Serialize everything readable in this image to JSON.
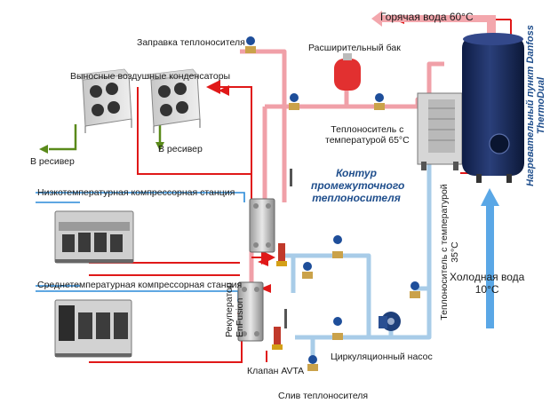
{
  "labels": {
    "hot_water": "Горячая вода 60°C",
    "refill": "Заправка теплоносителя",
    "expansion_tank": "Расширительный бак",
    "remote_condensers": "Выносные воздушные конденсаторы",
    "to_receiver_1": "В ресивер",
    "to_receiver_2": "В ресивер",
    "coolant_65_line1": "Теплоноситель с",
    "coolant_65_line2": "температурой 65°C",
    "circuit_line1": "Контур",
    "circuit_line2": "промежуточного",
    "circuit_line3": "теплоносителя",
    "low_temp_station": "Низкотемпературная компрессорная станция",
    "mid_temp_station": "Среднетемпературная компрессорная станция",
    "recuperator_line1": "Рекуператор",
    "recuperator_line2": "EnFusion",
    "valve_avta": "Клапан AVTA",
    "circulation_pump": "Циркуляционный насос",
    "drain": "Слив теплоносителя",
    "coolant_35_line1": "Теплоноситель с температурой",
    "coolant_35_line2": "35°C",
    "cold_water_line1": "Холодная вода",
    "cold_water_line2": "10°C",
    "heating_unit_line1": "Нагревательный пункт Danfoss",
    "heating_unit_line2": "ThermoDual"
  },
  "colors": {
    "hot_pipe": "#f0a0a8",
    "cold_pipe": "#a8cce8",
    "hot_arrow": "#e01818",
    "cold_arrow": "#2a8ad8",
    "receiver_arrow": "#5a8a1a",
    "tank": "#16285a",
    "expansion_tank": "#e23030",
    "valve": "#1e4e9a",
    "title_text": "#1f4e8c"
  }
}
